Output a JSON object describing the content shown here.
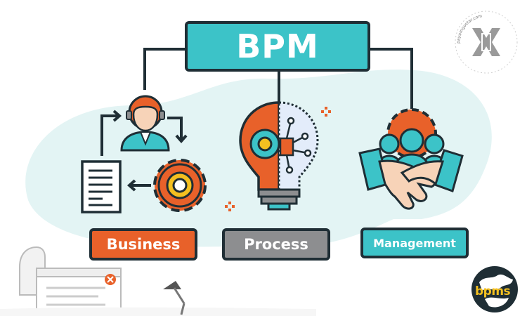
{
  "diagram": {
    "title": "BPM",
    "labels": {
      "business": "Business",
      "process": "Process",
      "management": "Management"
    }
  },
  "watermark": {
    "text": "payamgostar.com",
    "icon": "x-logo-icon"
  },
  "logo": {
    "text": "bpms",
    "icon": "globe-icon"
  },
  "colors": {
    "teal": "#3cc3c8",
    "orange": "#e8612a",
    "gray": "#8d8e90",
    "outline": "#1f2e35",
    "bg_blob": "#e3f4f4",
    "yellow": "#f4c020"
  }
}
